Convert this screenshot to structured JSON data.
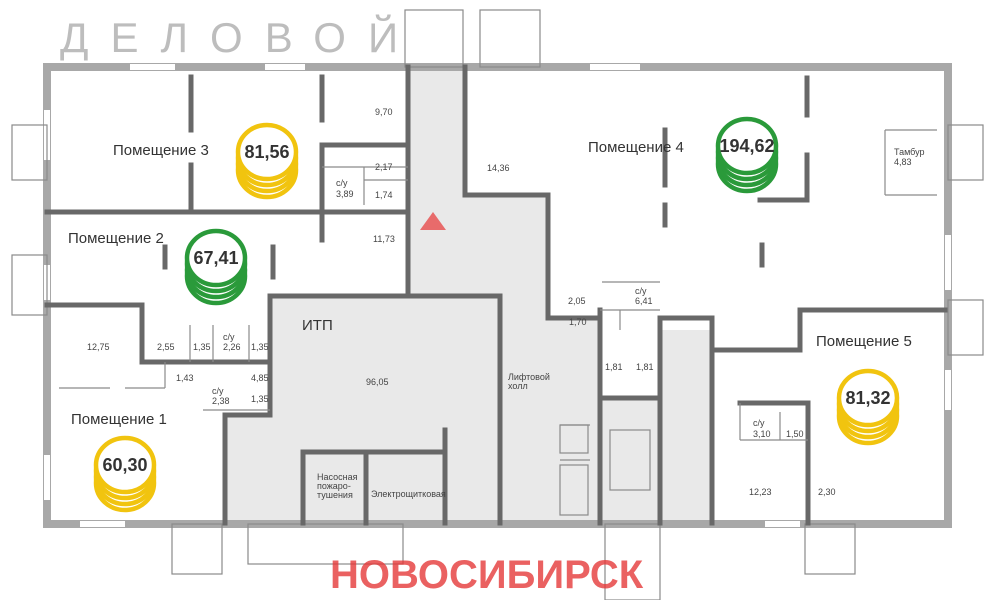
{
  "colors": {
    "available": "#2a9a3a",
    "reserved": "#f1c40f",
    "accent": "#e86060"
  },
  "rooms": [
    {
      "title": "Помещение 1",
      "area": "60,30",
      "status": "reserved"
    },
    {
      "title": "Помещение 2",
      "area": "67,41",
      "status": "available"
    },
    {
      "title": "Помещение 3",
      "area": "81,56",
      "status": "reserved"
    },
    {
      "title": "Помещение 4",
      "area": "194,62",
      "status": "available"
    },
    {
      "title": "Помещение 5",
      "area": "81,32",
      "status": "reserved"
    }
  ],
  "labels": {
    "itp": "ИТП",
    "itp_area": "96,05",
    "lift_hall_1": "Лифтовой",
    "lift_hall_2": "холл",
    "pump_1": "Насосная",
    "pump_2": "пожаро-",
    "pump_3": "тушения",
    "electrical": "Электрощитковая",
    "vestibule": "Тамбур",
    "vestibule_area": "4,83",
    "wc": "с/у"
  },
  "areas": {
    "a9_70": "9,70",
    "a2_17": "2,17",
    "a3_89": "3,89",
    "a1_74": "1,74",
    "a14_36": "14,36",
    "a11_73": "11,73",
    "a12_75": "12,75",
    "a2_55": "2,55",
    "a1_35a": "1,35",
    "a2_26": "2,26",
    "a1_35b": "1,35",
    "a1_43": "1,43",
    "a2_38": "2,38",
    "a4_85": "4,85",
    "a1_35c": "1,35",
    "a2_05": "2,05",
    "a6_41": "6,41",
    "a1_70": "1,70",
    "a1_81a": "1,81",
    "a1_81b": "1,81",
    "a3_10": "3,10",
    "a1_50": "1,50",
    "a12_23": "12,23",
    "a2_30": "2,30"
  },
  "watermark": {
    "line1": "ДЕЛОВОЙ",
    "line2": "НОВОСИБИРСК"
  }
}
